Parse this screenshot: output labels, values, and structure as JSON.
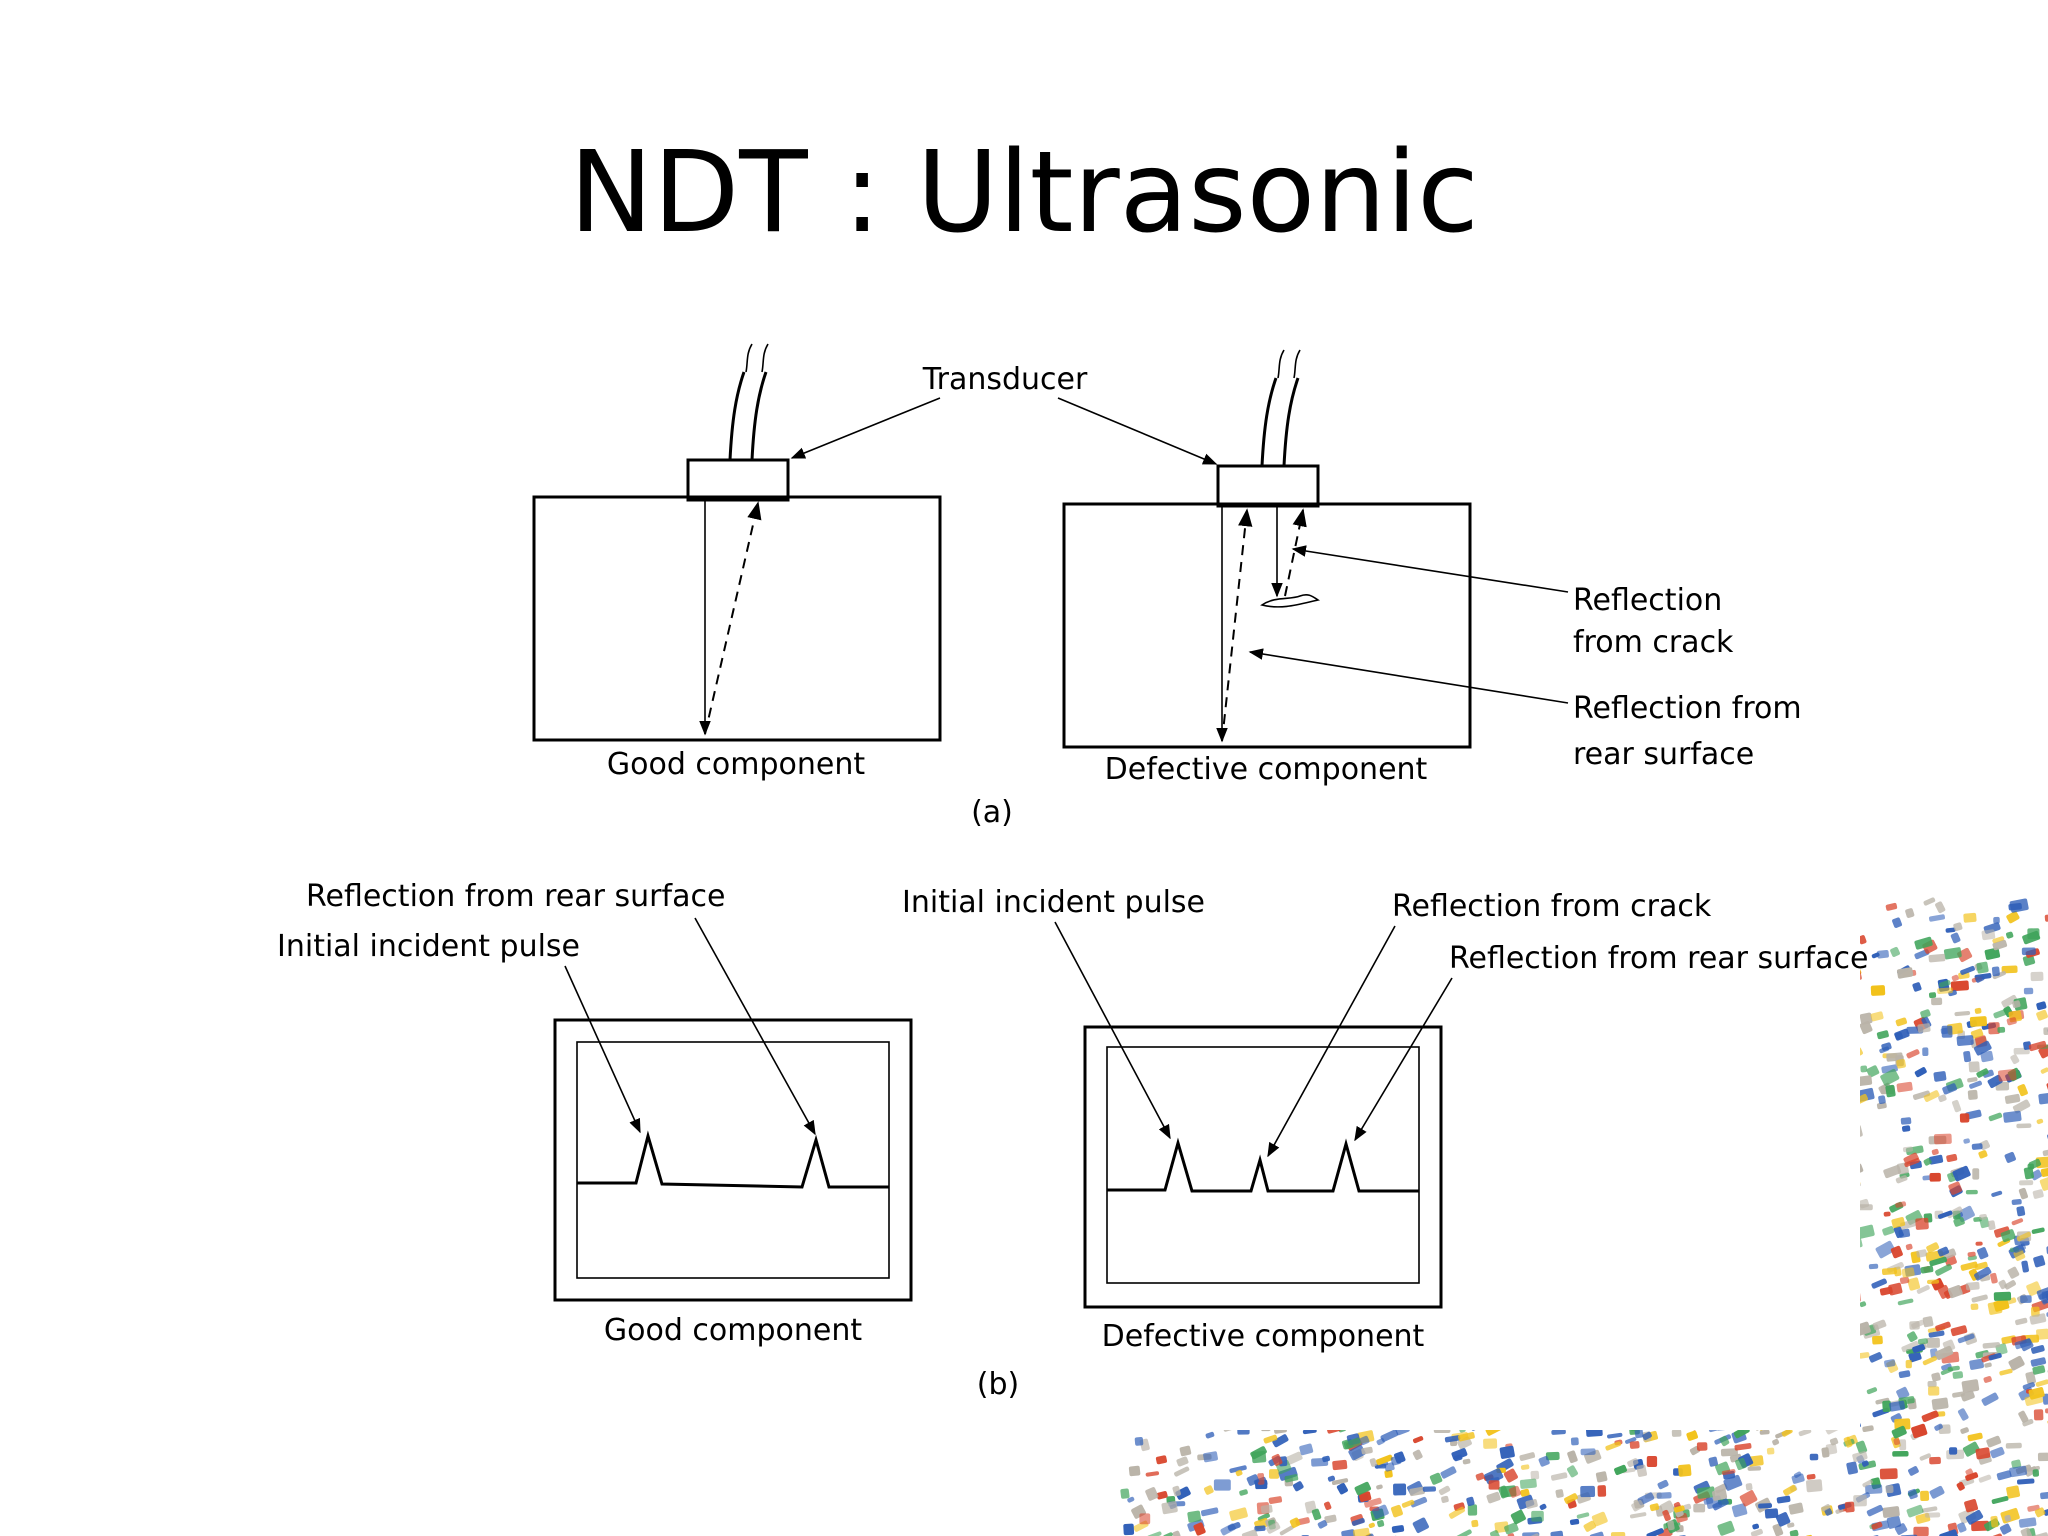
{
  "slide": {
    "title": "NDT : Ultrasonic"
  },
  "figure_a": {
    "transducer_label": "Transducer",
    "good_caption": "Good component",
    "defective_caption": "Defective component",
    "crack_label_line1": "Reflection",
    "crack_label_line2": "from crack",
    "rear_label_line1": "Reflection from",
    "rear_label_line2": "rear surface",
    "sub_caption": "(a)"
  },
  "figure_b": {
    "good_rear_label": "Reflection from rear surface",
    "good_initial_label": "Initial incident pulse",
    "def_initial_label": "Initial incident pulse",
    "def_crack_label": "Reflection from crack",
    "def_rear_label": "Reflection from rear surface",
    "good_caption": "Good component",
    "defective_caption": "Defective component",
    "sub_caption": "(b)"
  },
  "colors": {
    "line": "#000000",
    "background": "#ffffff",
    "decor_blue": "#2f5fb8",
    "decor_red": "#d9452c",
    "decor_yellow": "#f2c21b",
    "decor_green": "#3fa45a",
    "decor_grey": "#b9b3a8"
  }
}
